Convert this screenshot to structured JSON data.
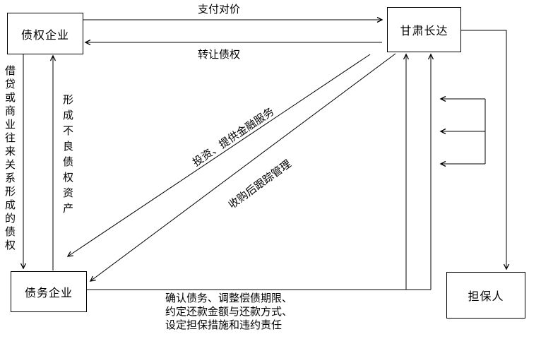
{
  "diagram": {
    "background": "#ffffff",
    "line_color": "#000000",
    "nodes": {
      "creditor": {
        "label": "债权企业"
      },
      "changda": {
        "label": "甘肃长达"
      },
      "debtor": {
        "label": "债务企业"
      },
      "guarantor": {
        "label": "担保人"
      }
    },
    "edges": {
      "pay": {
        "label": "支付对价",
        "from": "债权企业",
        "to": "甘肃长达"
      },
      "transfer": {
        "label": "转让债权",
        "from": "甘肃长达",
        "to": "债权企业"
      },
      "loan_relation": {
        "label": "借贷或商业往来关系形成的债权",
        "from": "债权企业",
        "to": "债务企业"
      },
      "npl_formation": {
        "label": "形成不良债权资产",
        "from": "债务企业",
        "to": "债权企业"
      },
      "invest": {
        "label": "投资、提供金融服务",
        "from": "甘肃长达",
        "to": "债务企业"
      },
      "tracking": {
        "label": "收购后跟踪管理",
        "from": "甘肃长达",
        "to": "债务企业"
      },
      "agreement": {
        "label": "确认债务、调整偿债期限、\n约定还款金额与还款方式、\n设定担保措施和违约责任",
        "from": "债务企业",
        "to": "甘肃长达"
      }
    }
  }
}
